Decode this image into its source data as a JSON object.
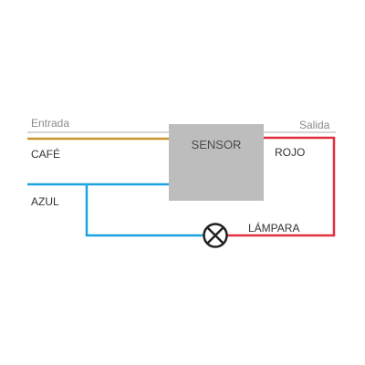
{
  "diagram": {
    "input_label": "Entrada",
    "output_label": "Salida",
    "sensor_label": "SENSOR",
    "wires": {
      "brown": {
        "label": "CAFÉ",
        "color": "#c8962a"
      },
      "blue": {
        "label": "AZUL",
        "color": "#1aa3e0"
      },
      "red": {
        "label": "ROJO",
        "color": "#e03040"
      }
    },
    "lamp": {
      "label": "LÁMPARA",
      "icon": "lamp-icon"
    },
    "colors": {
      "sensor_fill": "#bdbdbe",
      "line_gray": "#c8c8c8",
      "text": "#333333",
      "muted_text": "#8a8a8a"
    }
  }
}
